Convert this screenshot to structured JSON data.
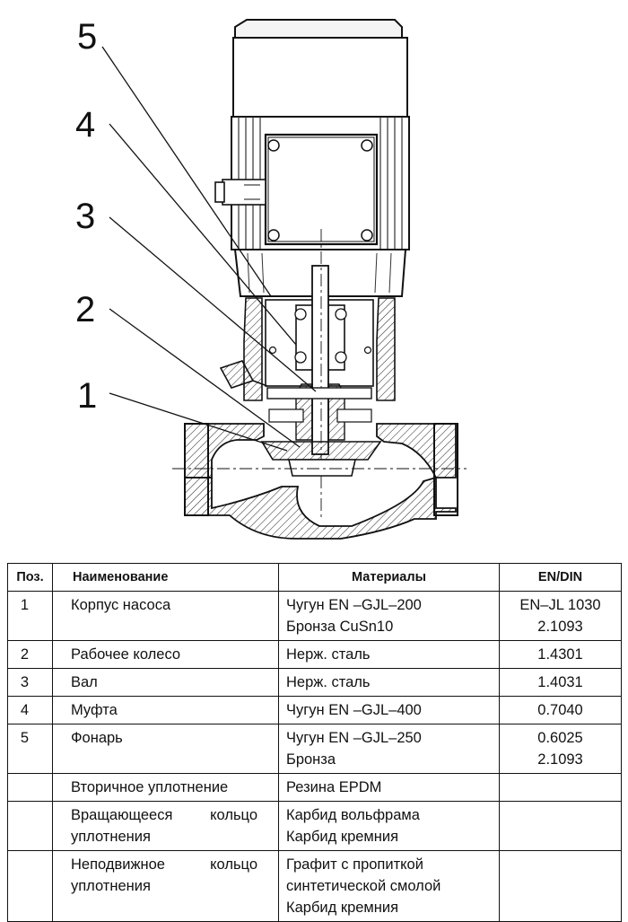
{
  "callouts": [
    "1",
    "2",
    "3",
    "4",
    "5"
  ],
  "table": {
    "headers": {
      "pos": "Поз.",
      "name": "Наименование",
      "material": "Материалы",
      "standard": "EN/DIN"
    },
    "rows": [
      {
        "pos": "1",
        "name": [
          "Корпус насоса"
        ],
        "material": [
          "Чугун EN –GJL–200",
          "Бронза CuSn10"
        ],
        "standard": [
          "EN–JL 1030",
          "2.1093"
        ]
      },
      {
        "pos": "2",
        "name": [
          "Рабочее колесо"
        ],
        "material": [
          "Нерж. сталь"
        ],
        "standard": [
          "1.4301"
        ]
      },
      {
        "pos": "3",
        "name": [
          "Вал"
        ],
        "material": [
          "Нерж. сталь"
        ],
        "standard": [
          "1.4031"
        ]
      },
      {
        "pos": "4",
        "name": [
          "Муфта"
        ],
        "material": [
          "Чугун EN –GJL–400"
        ],
        "standard": [
          "0.7040"
        ]
      },
      {
        "pos": "5",
        "name": [
          "Фонарь"
        ],
        "material": [
          "Чугун EN –GJL–250",
          "Бронза"
        ],
        "standard": [
          "0.6025",
          "2.1093"
        ]
      },
      {
        "pos": "",
        "name": [
          "Вторичное уплотнение"
        ],
        "material": [
          "Резина EPDM"
        ],
        "standard": []
      },
      {
        "pos": "",
        "name": [
          "Вращающееся кольцо",
          "уплотнения"
        ],
        "material": [
          "Карбид вольфрама",
          "Карбид кремния"
        ],
        "standard": []
      },
      {
        "pos": "",
        "name": [
          "Неподвижное кольцо",
          "уплотнения"
        ],
        "material": [
          "Графит с пропиткой",
          "синтетической смолой",
          "Карбид кремния"
        ],
        "standard": []
      }
    ]
  }
}
